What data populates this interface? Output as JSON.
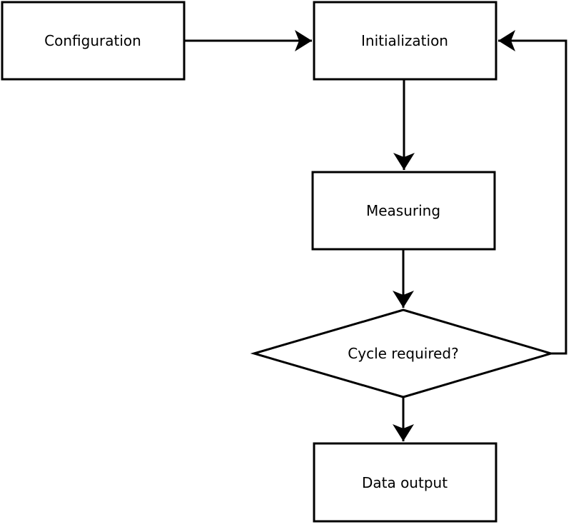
{
  "diagram": {
    "type": "flowchart",
    "colors": {
      "background": "#ffffff",
      "shape_fill": "#ffffff",
      "stroke": "#000000",
      "text": "#000000"
    },
    "nodes": {
      "configuration": {
        "label": "Configuration",
        "shape": "rect"
      },
      "initialization": {
        "label": "Initialization",
        "shape": "rect"
      },
      "measuring": {
        "label": "Measuring",
        "shape": "rect"
      },
      "cycle_required": {
        "label": "Cycle required?",
        "shape": "diamond"
      },
      "data_output": {
        "label": "Data output",
        "shape": "rect"
      }
    },
    "edges": [
      {
        "from": "configuration",
        "to": "initialization"
      },
      {
        "from": "initialization",
        "to": "measuring"
      },
      {
        "from": "measuring",
        "to": "cycle_required"
      },
      {
        "from": "cycle_required",
        "to": "data_output"
      },
      {
        "from": "cycle_required",
        "to": "initialization",
        "style": "loop-back"
      }
    ]
  }
}
